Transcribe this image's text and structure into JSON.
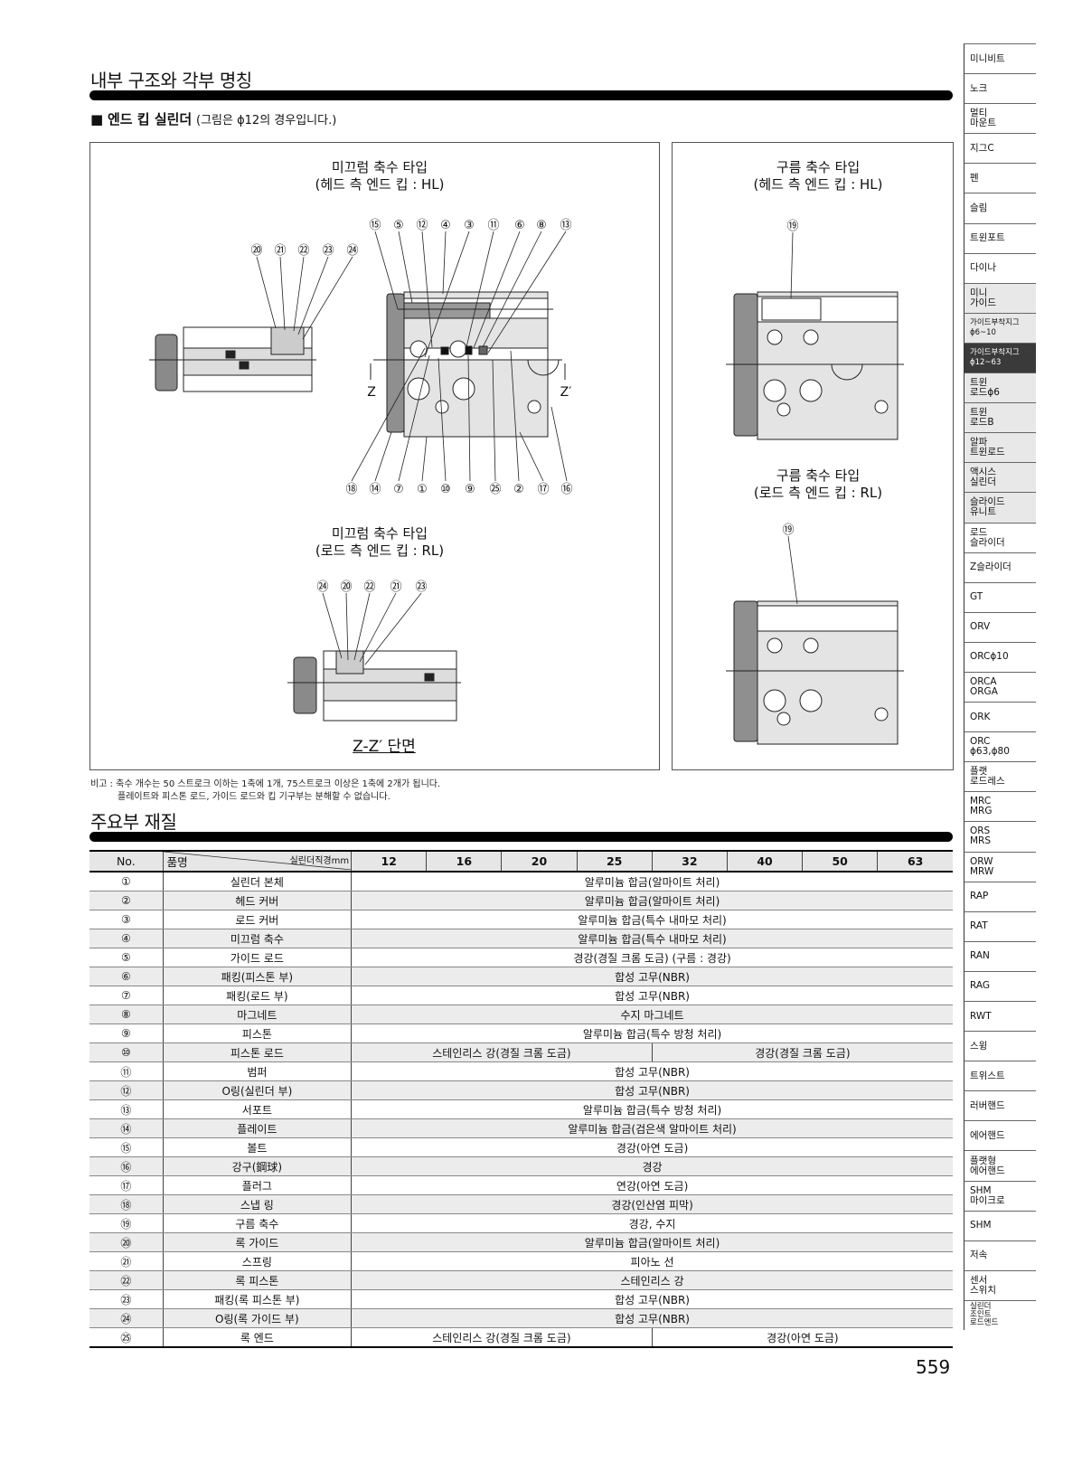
{
  "section1_title": "내부 구조와 각부 명칭",
  "subheading": {
    "marker": "■",
    "title": "엔드 킵 실린더",
    "note": "(그림은 ϕ12의 경우입니다.)"
  },
  "diagrams": {
    "hl_locked": {
      "caption": "미끄럼 축수 타입\n(헤드 측 엔드 킵 : HL)",
      "top_callouts": [
        "⑮",
        "⑤",
        "⑫",
        "④",
        "③",
        "⑪",
        "⑥",
        "⑧",
        "⑬"
      ],
      "mid_callouts": [
        "⑳",
        "㉑",
        "㉒",
        "㉓",
        "㉔"
      ],
      "bottom_callouts": [
        "⑱",
        "⑭",
        "⑦",
        "①",
        "⑩",
        "⑨",
        "㉕",
        "②",
        "⑰",
        "⑯"
      ],
      "section_marks": [
        "Z",
        "Z′"
      ]
    },
    "rl_locked": {
      "caption": "미끄럼 축수 타입\n(로드 측 엔드 킵 : RL)",
      "callouts": [
        "㉔",
        "⑳",
        "㉒",
        "㉑",
        "㉓"
      ],
      "section_label": "Z-Z′ 단면"
    },
    "hl_ball": {
      "caption": "구름 축수 타입\n(헤드 측 엔드 킵 : HL)",
      "callouts": [
        "⑲"
      ]
    },
    "rl_ball": {
      "caption": "구름 축수 타입\n(로드 측 엔드 킵 : RL)",
      "callouts": [
        "⑲"
      ]
    }
  },
  "remarks": [
    "비고 : 축수 개수는 50 스트로크 이하는 1축에 1개, 75스트로크 이상은 1축에 2개가 됩니다.",
    "플레이트와 피스톤 로드, 가이드 로드와 킵 기구부는 분해할 수 없습니다."
  ],
  "section2_title": "주요부 재질",
  "table": {
    "header": {
      "no": "No.",
      "part": "품명",
      "bore": "실린더직경mm",
      "sizes": [
        "12",
        "16",
        "20",
        "25",
        "32",
        "40",
        "50",
        "63"
      ]
    },
    "rows": [
      {
        "no": "①",
        "part": "실린더 본체",
        "material": "알루미늄 합금(알마이트 처리)"
      },
      {
        "no": "②",
        "part": "헤드 커버",
        "material": "알루미늄 합금(알마이트 처리)"
      },
      {
        "no": "③",
        "part": "로드 커버",
        "material": "알루미늄 합금(특수 내마모 처리)"
      },
      {
        "no": "④",
        "part": "미끄럼 축수",
        "material": "알루미늄 합금(특수 내마모 처리)"
      },
      {
        "no": "⑤",
        "part": "가이드 로드",
        "material": "경강(경질 크롬 도금) (구름 : 경강)"
      },
      {
        "no": "⑥",
        "part": "패킹(피스톤 부)",
        "material": "합성 고무(NBR)"
      },
      {
        "no": "⑦",
        "part": "패킹(로드 부)",
        "material": "합성 고무(NBR)"
      },
      {
        "no": "⑧",
        "part": "마그네트",
        "material": "수지 마그네트"
      },
      {
        "no": "⑨",
        "part": "피스톤",
        "material": "알루미늄 합금(특수 방청 처리)"
      },
      {
        "no": "⑩",
        "part": "피스톤 로드",
        "material_small": "스테인리스 강(경질 크롬 도금)",
        "material_large": "경강(경질 크롬 도금)"
      },
      {
        "no": "⑪",
        "part": "범퍼",
        "material": "합성 고무(NBR)"
      },
      {
        "no": "⑫",
        "part": "O링(실린더 부)",
        "material": "합성 고무(NBR)"
      },
      {
        "no": "⑬",
        "part": "서포트",
        "material": "알루미늄 합금(특수 방청 처리)"
      },
      {
        "no": "⑭",
        "part": "플레이트",
        "material": "알루미늄 합금(검은색 알마이트 처리)"
      },
      {
        "no": "⑮",
        "part": "볼트",
        "material": "경강(아연 도금)"
      },
      {
        "no": "⑯",
        "part": "강구(鋼球)",
        "material": "경강"
      },
      {
        "no": "⑰",
        "part": "플러그",
        "material": "연강(아연 도금)"
      },
      {
        "no": "⑱",
        "part": "스냅 링",
        "material": "경강(인산염 피막)"
      },
      {
        "no": "⑲",
        "part": "구름 축수",
        "material": "경강, 수지"
      },
      {
        "no": "⑳",
        "part": "록 가이드",
        "material": "알루미늄 합금(알마이트 처리)"
      },
      {
        "no": "㉑",
        "part": "스프링",
        "material": "피아노 선"
      },
      {
        "no": "㉒",
        "part": "록 피스톤",
        "material": "스테인리스 강"
      },
      {
        "no": "㉓",
        "part": "패킹(록 피스톤 부)",
        "material": "합성 고무(NBR)"
      },
      {
        "no": "㉔",
        "part": "O링(록 가이드 부)",
        "material": "합성 고무(NBR)"
      },
      {
        "no": "㉕",
        "part": "록 엔드",
        "material_small": "스테인리스 강(경질 크롬 도금)",
        "material_large": "경강(아연 도금)"
      }
    ]
  },
  "page_number": "559",
  "sidebar": [
    {
      "label": "미니비트"
    },
    {
      "label": "노크"
    },
    {
      "label": "멀티\n마운트"
    },
    {
      "label": "지그C"
    },
    {
      "label": "펜"
    },
    {
      "label": "슬림"
    },
    {
      "label": "트윈포트"
    },
    {
      "label": "다이나"
    },
    {
      "label": "미니\n가이드",
      "state": "gray"
    },
    {
      "label": "가이드부착지그\nϕ6~10",
      "state": "gray small"
    },
    {
      "label": "가이드부착지그\nϕ12~63",
      "state": "dark small"
    },
    {
      "label": "트윈\n로드ϕ6",
      "state": "gray"
    },
    {
      "label": "트윈\n로드B",
      "state": "gray"
    },
    {
      "label": "알파\n트윈로드",
      "state": "gray"
    },
    {
      "label": "액시스\n실린더",
      "state": "gray"
    },
    {
      "label": "슬라이드\n유니트",
      "state": "gray"
    },
    {
      "label": "로드\n슬라이더"
    },
    {
      "label": "Z슬라이더"
    },
    {
      "label": "GT"
    },
    {
      "label": "ORV"
    },
    {
      "label": "ORCϕ10"
    },
    {
      "label": "ORCA\nORGA"
    },
    {
      "label": "ORK"
    },
    {
      "label": "ORC\nϕ63,ϕ80"
    },
    {
      "label": "플랫\n로드레스"
    },
    {
      "label": "MRC\nMRG"
    },
    {
      "label": "ORS\nMRS"
    },
    {
      "label": "ORW\nMRW"
    },
    {
      "label": "RAP"
    },
    {
      "label": "RAT"
    },
    {
      "label": "RAN"
    },
    {
      "label": "RAG"
    },
    {
      "label": "RWT"
    },
    {
      "label": "스윙"
    },
    {
      "label": "트위스트"
    },
    {
      "label": "러버핸드"
    },
    {
      "label": "에어핸드"
    },
    {
      "label": "플랫형\n에어핸드"
    },
    {
      "label": "SHM\n마이크로"
    },
    {
      "label": "SHM"
    },
    {
      "label": "저속"
    },
    {
      "label": "센서\n스위치"
    },
    {
      "label": "실린더\n조인트\n로드엔드"
    }
  ]
}
